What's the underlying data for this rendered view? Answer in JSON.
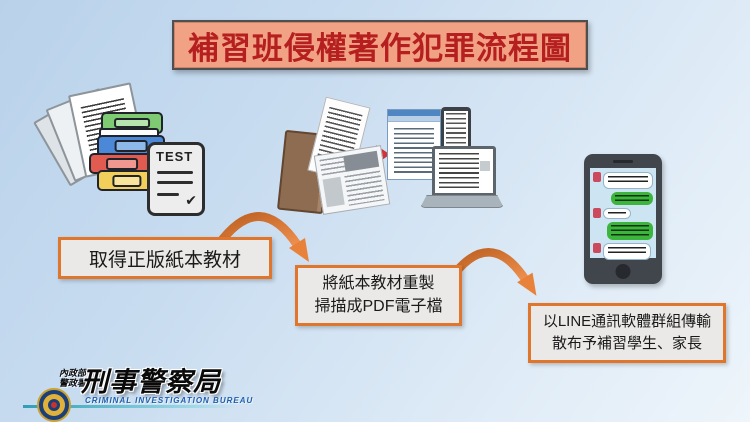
{
  "title": "補習班侵權著作犯罪流程圖",
  "steps": [
    {
      "lines": [
        "取得正版紙本教材"
      ]
    },
    {
      "lines": [
        "將紙本教材重製",
        "掃描成PDF電子檔"
      ]
    },
    {
      "lines": [
        "以LINE通訊軟體群組傳輸",
        "散布予補習學生、家長"
      ]
    }
  ],
  "textbook": {
    "test_label": "TEST",
    "check_glyph": "✔"
  },
  "footer_logo": {
    "ministry": "內政部",
    "agency": "警政署",
    "bureau": "刑事警察局",
    "english": "CRIMINAL INVESTIGATION BUREAU"
  },
  "icons": {
    "flow_arrow": "curved-orange-arrow",
    "convert_arrow": "red-right-arrow"
  },
  "colors": {
    "title_text": "#B51F1F",
    "title_bg": "#F2A284",
    "step_box_bg": "#EBE9E7",
    "step_box_border": "#E0752C",
    "flow_arrow_orange": "#D9782D",
    "convert_arrow_red": "#D13438",
    "chat_bubble_green": "#3CB53C",
    "chat_avatar_red": "#CB4A5E",
    "phone_body": "#41464C",
    "background_top_left": "#B9D2EA",
    "background_bottom_right": "#EEF5FB"
  }
}
